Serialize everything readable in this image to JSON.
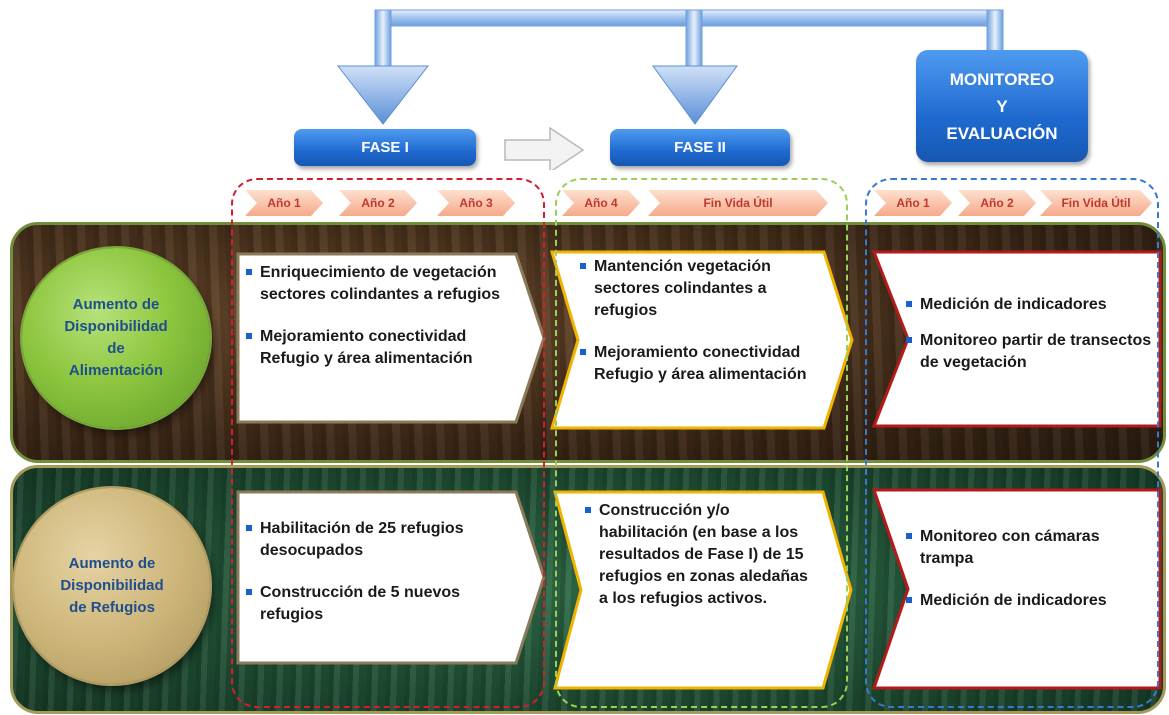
{
  "phases": {
    "fase1": "FASE I",
    "fase2": "FASE II",
    "monitoreo": [
      "MONITOREO",
      "Y",
      "EVALUACIÓN"
    ]
  },
  "years": {
    "fase1": [
      "Año 1",
      "Año 2",
      "Año 3"
    ],
    "fase2": [
      "Año 4",
      "Fin Vida Útil"
    ],
    "monitoreo": [
      "Año 1",
      "Año 2",
      "Fin Vida Útil"
    ]
  },
  "rows": [
    {
      "label": [
        "Aumento de",
        "Disponibilidad",
        "de",
        "Alimentación"
      ],
      "fase1": [
        "Enriquecimiento de vegetación sectores colindantes a refugios",
        "Mejoramiento conectividad Refugio y área alimentación"
      ],
      "fase2": [
        "Mantención vegetación sectores colindantes a refugios",
        "Mejoramiento conectividad Refugio y área alimentación"
      ],
      "monitoreo": [
        "Medición de indicadores",
        "Monitoreo  partir de transectos de vegetación"
      ]
    },
    {
      "label": [
        "Aumento de",
        "Disponibilidad",
        "de Refugios"
      ],
      "fase1": [
        "Habilitación de 25 refugios desocupados",
        "Construcción de 5 nuevos refugios"
      ],
      "fase2": [
        "Construcción y/o habilitación (en base a los resultados de Fase I) de 15 refugios en zonas aledañas a los refugios activos."
      ],
      "monitoreo": [
        "Monitoreo con cámaras trampa",
        "Medición de indicadores"
      ]
    }
  ],
  "colors": {
    "phase_blue": "#1f6ad0",
    "box_border_fase1": "#8a7a5a",
    "box_border_fase2": "#f0b400",
    "box_border_monitoreo": "#b51a1a",
    "dash_red": "#d21f2f",
    "dash_green": "#9ccf5a",
    "dash_blue": "#3a78d0"
  }
}
